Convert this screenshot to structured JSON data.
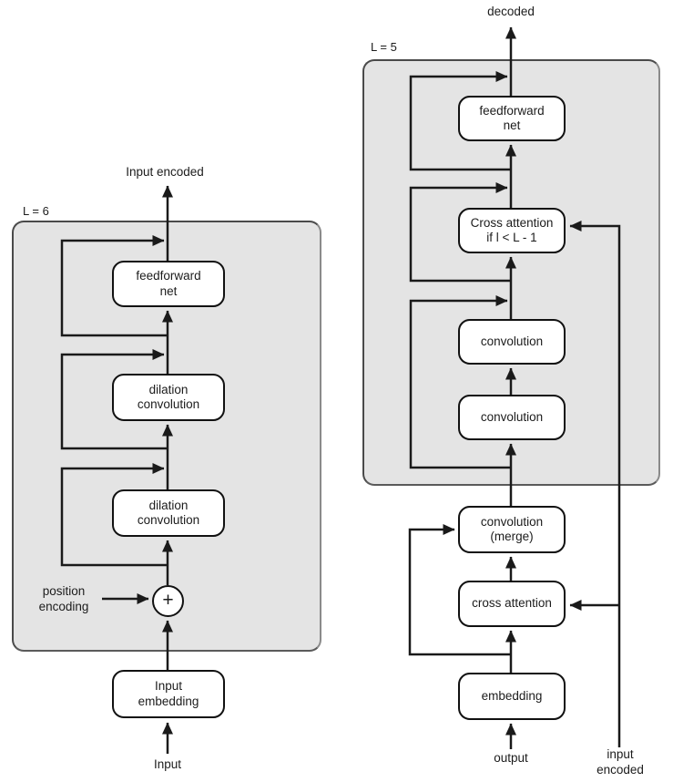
{
  "encoder": {
    "panel_label": "L = 6",
    "output_label": "Input encoded",
    "input_label": "Input",
    "position_label": "position\nencoding",
    "plus_symbol": "+",
    "blocks": {
      "feedforward": "feedforward\nnet",
      "dilation1": "dilation\nconvolution",
      "dilation2": "dilation\nconvolution",
      "embedding": "Input\nembedding"
    }
  },
  "decoder": {
    "panel_label": "L = 5",
    "output_label": "decoded",
    "input_label": "output",
    "encoded_input_label": "input\nencoded",
    "blocks": {
      "feedforward": "feedforward\nnet",
      "cross_attention_cond": "Cross attention\nif l < L - 1",
      "conv1": "convolution",
      "conv2": "convolution",
      "conv_merge": "convolution\n(merge)",
      "cross_attention": "cross attention",
      "embedding": "embedding"
    }
  },
  "colors": {
    "panel_fill": "#e4e4e4",
    "box_fill": "#ffffff",
    "line": "#1a1a1a",
    "text": "#1c1c1c"
  }
}
